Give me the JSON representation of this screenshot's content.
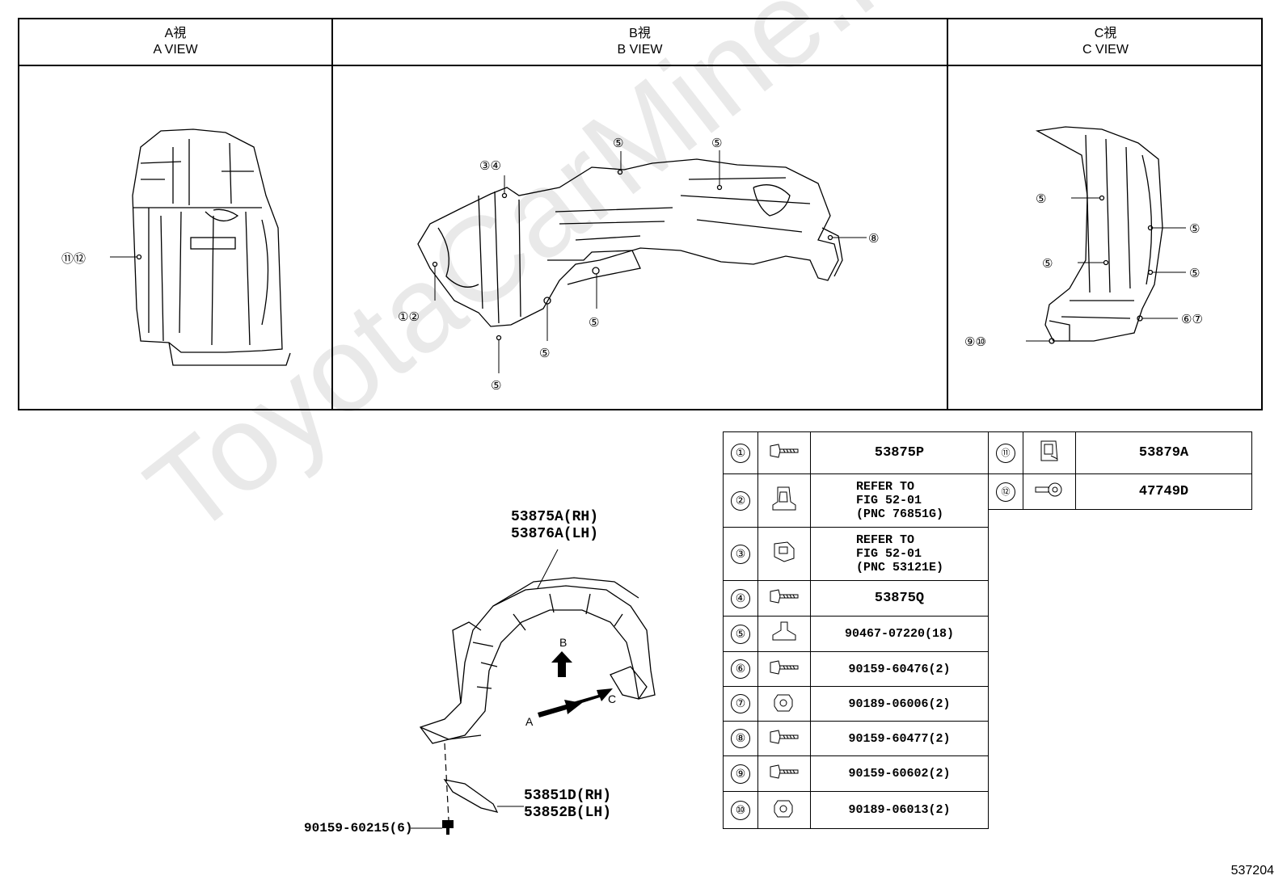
{
  "views": [
    {
      "jp": "A視",
      "en": "A VIEW"
    },
    {
      "jp": "B視",
      "en": "B VIEW"
    },
    {
      "jp": "C視",
      "en": "C VIEW"
    }
  ],
  "callouts": {
    "a_11_12": "⑪⑫",
    "b_3_4": "③④",
    "b_1_2": "①②",
    "b_5": "⑤",
    "b_8": "⑧",
    "c_5": "⑤",
    "c_6_7": "⑥⑦",
    "c_9_10": "⑨⑩"
  },
  "main_parts": {
    "liner_rh": "53875A(RH)",
    "liner_lh": "53876A(LH)",
    "seal_rh": "53851D(RH)",
    "seal_lh": "53852B(LH)",
    "screw": "90159-60215(6)"
  },
  "arrows": {
    "a": "A",
    "b": "B",
    "c": "C"
  },
  "fastener_table_left": [
    {
      "num": "①",
      "icon": "bolt-icon",
      "pn": "53875P"
    },
    {
      "num": "②",
      "icon": "clip-icon",
      "pn_lines": [
        "REFER TO",
        "FIG 52-01",
        "(PNC 76851G)"
      ]
    },
    {
      "num": "③",
      "icon": "clip-icon",
      "pn_lines": [
        "REFER TO",
        "FIG 52-01",
        "(PNC 53121E)"
      ]
    },
    {
      "num": "④",
      "icon": "bolt-icon",
      "pn": "53875Q"
    },
    {
      "num": "⑤",
      "icon": "push-clip-icon",
      "pn": "90467-07220(18)"
    },
    {
      "num": "⑥",
      "icon": "bolt-icon",
      "pn": "90159-60476(2)"
    },
    {
      "num": "⑦",
      "icon": "nut-icon",
      "pn": "90189-06006(2)"
    },
    {
      "num": "⑧",
      "icon": "bolt-icon",
      "pn": "90159-60477(2)"
    },
    {
      "num": "⑨",
      "icon": "bolt-icon",
      "pn": "90159-60602(2)"
    },
    {
      "num": "⑩",
      "icon": "nut-icon",
      "pn": "90189-06013(2)"
    }
  ],
  "fastener_table_right": [
    {
      "num": "⑪",
      "icon": "clip-icon",
      "pn": "53879A"
    },
    {
      "num": "⑫",
      "icon": "rivet-icon",
      "pn": "47749D"
    }
  ],
  "watermark": "ToyotaCarMine.ru",
  "doc_number": "537204"
}
